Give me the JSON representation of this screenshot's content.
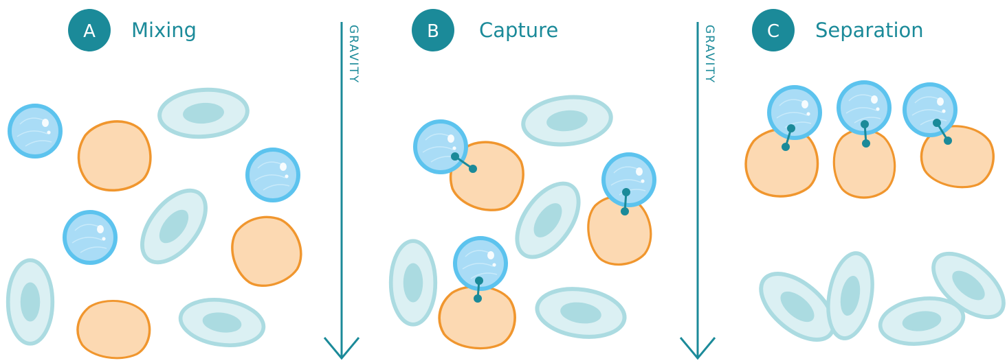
{
  "colors": {
    "teal": "#1b8a99",
    "bead_fill": "#a9dcf6",
    "bead_stroke": "#5cc3ee",
    "target_fill": "#fcd9b2",
    "target_stroke": "#f0962e",
    "other_fill": "#dbf0f3",
    "other_stroke": "#abdbe1",
    "other_nucleus": "#abdbe1"
  },
  "icons": {
    "bead": "magnetic-bead-icon",
    "target_cell": "target-cell-icon",
    "other_cell": "non-target-cell-icon",
    "link": "antibody-link-icon"
  },
  "panels": [
    {
      "letter": "A",
      "title": "Mixing"
    },
    {
      "letter": "B",
      "title": "Capture"
    },
    {
      "letter": "C",
      "title": "Separation"
    }
  ],
  "gravity": [
    {
      "label": "GRAVITY"
    },
    {
      "label": "GRAVITY"
    }
  ]
}
